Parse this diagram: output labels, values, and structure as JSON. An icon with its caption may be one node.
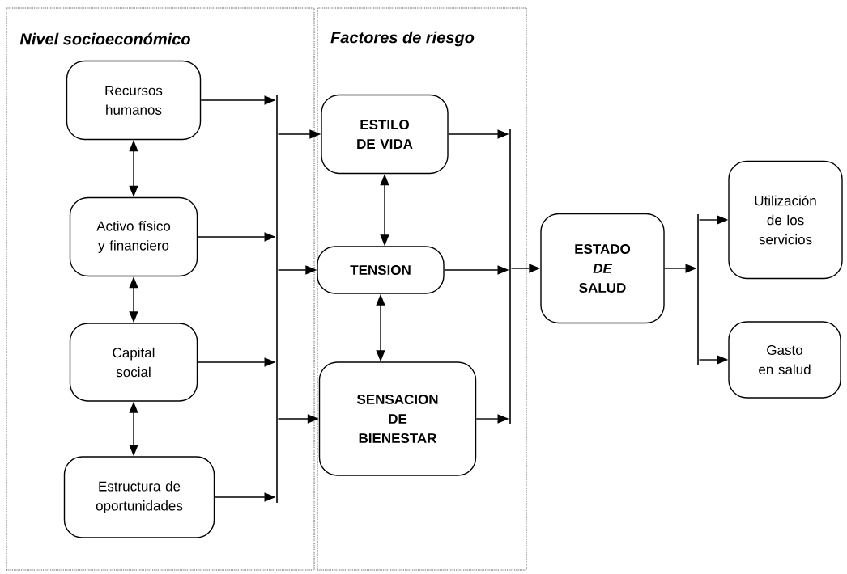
{
  "diagram": {
    "nodes": [
      {
        "text": [
          "Nivel socioeconómico"
        ]
      },
      {
        "text": [
          "Recursos humanos"
        ],
        "in": 0
      },
      {
        "text": [
          "Activo físico y financiero"
        ],
        "in": 0
      },
      {
        "text": [
          "Capital social"
        ],
        "in": 0
      },
      {
        "text": [
          "Estructura de oportunidades"
        ],
        "in": 0
      },
      {
        "text": [
          "Factores de riesgo"
        ]
      },
      {
        "text": [
          "ESTILO DE VIDA"
        ],
        "in": 5
      },
      {
        "text": [
          "TENSION"
        ],
        "in": 5
      },
      {
        "text": [
          "SENSACION DE BIENESTAR"
        ],
        "in": 5
      },
      {
        "text": [
          "ESTADO *DE* SALUD"
        ]
      },
      {
        "text": [
          "Utilización de los servicios"
        ]
      },
      {
        "text": [
          "Gasto en salud"
        ]
      },
      {
        "text": [],
        "shape": "bar",
        "in": 0
      },
      {
        "text": [],
        "shape": "bar",
        "in": 5
      },
      {
        "text": [],
        "shape": "bar"
      }
    ],
    "edges": [
      {
        "from": 1,
        "to": 2,
        "arrow": "both"
      },
      {
        "from": 2,
        "to": 3,
        "arrow": "both"
      },
      {
        "from": 3,
        "to": 4,
        "arrow": "both"
      },
      {
        "from": 6,
        "to": 7,
        "arrow": "both"
      },
      {
        "from": 7,
        "to": 8,
        "arrow": "both"
      },
      {
        "from": 1,
        "to": 12,
        "arrow": "to"
      },
      {
        "from": 2,
        "to": 12,
        "arrow": "to"
      },
      {
        "from": 3,
        "to": 12,
        "arrow": "to"
      },
      {
        "from": 4,
        "to": 12,
        "arrow": "to"
      },
      {
        "from": 12,
        "to": 6,
        "arrow": "to"
      },
      {
        "from": 12,
        "to": 7,
        "arrow": "to"
      },
      {
        "from": 12,
        "to": 8,
        "arrow": "to"
      },
      {
        "from": 6,
        "to": 13,
        "arrow": "to"
      },
      {
        "from": 7,
        "to": 13,
        "arrow": "to"
      },
      {
        "from": 8,
        "to": 13,
        "arrow": "to"
      },
      {
        "from": 13,
        "to": 9,
        "arrow": "to"
      },
      {
        "from": 9,
        "to": 14,
        "arrow": "to"
      },
      {
        "from": 14,
        "to": 10,
        "arrow": "to"
      },
      {
        "from": 14,
        "to": 11,
        "arrow": "to"
      }
    ]
  }
}
